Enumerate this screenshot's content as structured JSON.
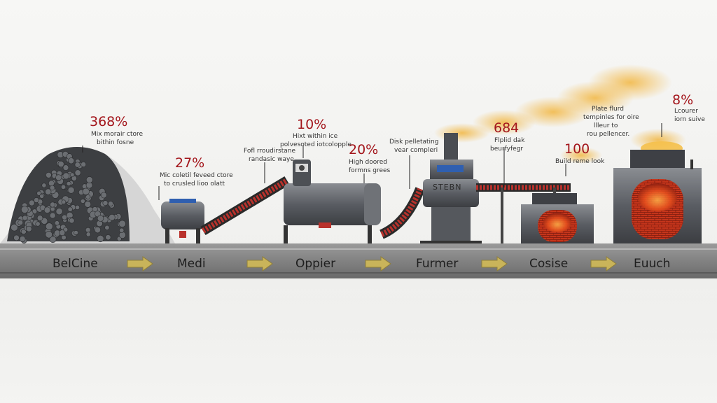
{
  "colors": {
    "accent_red": "#a3151b",
    "conveyor": "#b9322c",
    "fire": "#e8501e",
    "smoke": "#f2b640",
    "arrow": "#c9b45a",
    "steel": "#5a5d63"
  },
  "callouts": [
    {
      "value": "368%",
      "note": [
        "Mix morair ctore",
        "bithin fosne"
      ]
    },
    {
      "value": "27%",
      "note": [
        "Mic coletil feveed ctore",
        "to crusled lioo olatt"
      ]
    },
    {
      "value": "10%",
      "note": [
        "Hixt within ice",
        "polvesoted iotcolopple"
      ]
    },
    {
      "value": "20%",
      "note": [
        "High doored",
        "formns grees"
      ]
    },
    {
      "value": "684",
      "note": [
        "Flplid dak",
        "beurfyfegr"
      ]
    },
    {
      "value": "100",
      "note": [
        "Build reme look"
      ]
    },
    {
      "value": "8%",
      "note": [
        "Lcourer",
        "iorn suive"
      ]
    }
  ],
  "extra_notes": [
    {
      "lines": [
        "Fofl rroudirstane",
        "randasic waye"
      ]
    },
    {
      "lines": [
        "Disk pelletating",
        "vear compleri"
      ]
    },
    {
      "lines": [
        "Plate flurd",
        "tempinles for oire",
        "llleur to",
        "rou pellencer."
      ]
    }
  ],
  "machine_panel": "STEBN",
  "stages": [
    "BelCine",
    "Medi",
    "Oppier",
    "Furmer",
    "Cosise",
    "Euuch"
  ],
  "icons": [
    "arrow-right-icon",
    "arrow-right-icon",
    "arrow-right-icon",
    "arrow-right-icon",
    "arrow-right-icon"
  ]
}
